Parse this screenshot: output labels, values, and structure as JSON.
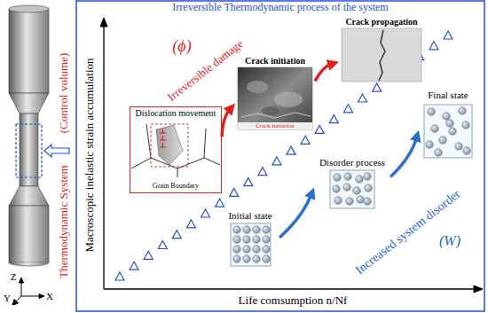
{
  "diagram": {
    "title": "Irreversible Thermodynamic process of the system",
    "nodes": [
      {
        "text": [
          "Dislocation movement"
        ]
      },
      {
        "text": [
          "Crack initiation"
        ]
      },
      {
        "text": [
          "Crack propagation"
        ]
      },
      {
        "text": [
          "Initial state"
        ]
      },
      {
        "text": [
          "Disorder process"
        ]
      },
      {
        "text": [
          "Final state"
        ]
      }
    ],
    "edges": [
      {
        "from": 0,
        "to": 1,
        "arrow": "to"
      },
      {
        "from": 1,
        "to": 2,
        "arrow": "to"
      },
      {
        "from": 3,
        "to": 4,
        "arrow": "to"
      },
      {
        "from": 4,
        "to": 5,
        "arrow": "to"
      }
    ],
    "labels": [
      "Thermodynamic System",
      "(Control volume)",
      "Macroscopic inelastic strain accumulation",
      "Life comsumption n/Nf",
      "(ϕ)",
      "Irreversible damage",
      "Increased system disorder",
      "(W)",
      "Grain Boundary",
      "Crack initiation",
      "Z",
      "Y",
      "X"
    ]
  }
}
